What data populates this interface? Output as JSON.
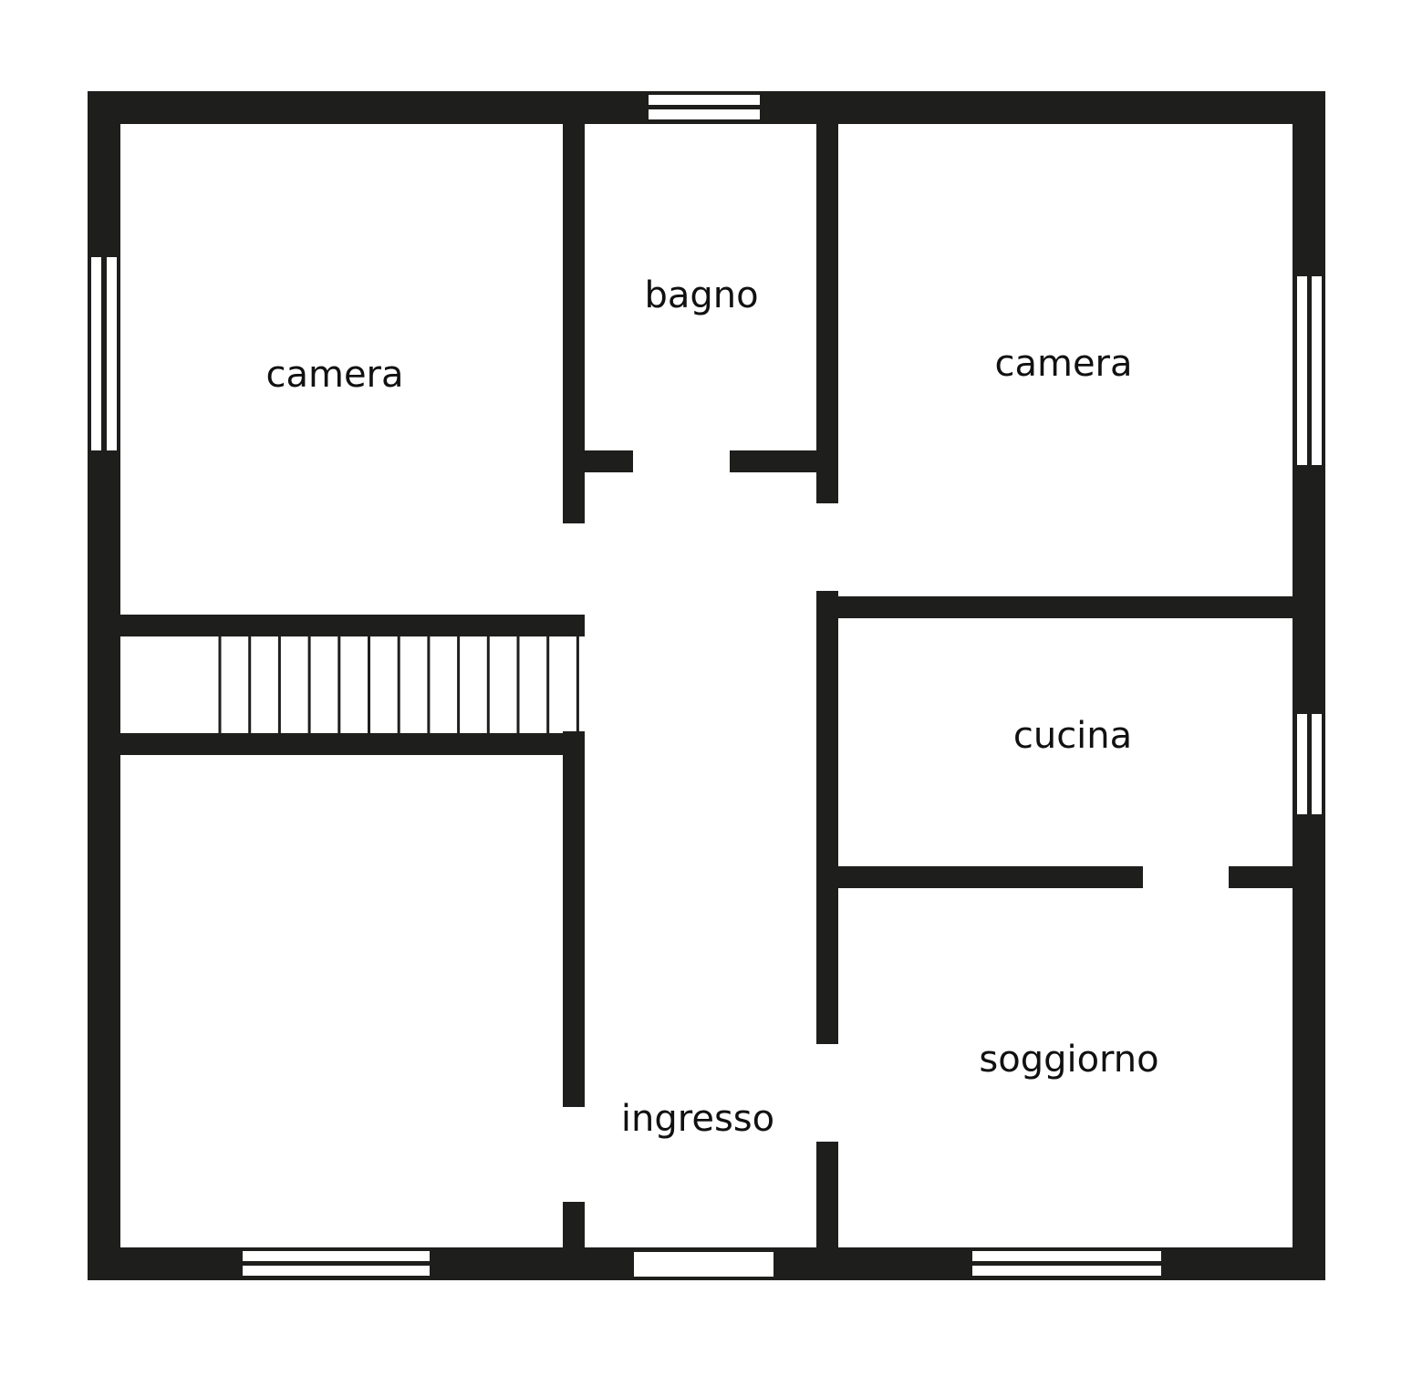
{
  "plan": {
    "rooms": [
      {
        "key": "camera_left",
        "label": "camera"
      },
      {
        "key": "bagno",
        "label": "bagno"
      },
      {
        "key": "camera_right",
        "label": "camera"
      },
      {
        "key": "cucina",
        "label": "cucina"
      },
      {
        "key": "soggiorno",
        "label": "soggiorno"
      },
      {
        "key": "ingresso",
        "label": "ingresso"
      }
    ],
    "stair_steps": 13
  },
  "colors": {
    "wall": "#1e1e1c",
    "background": "#ffffff"
  }
}
